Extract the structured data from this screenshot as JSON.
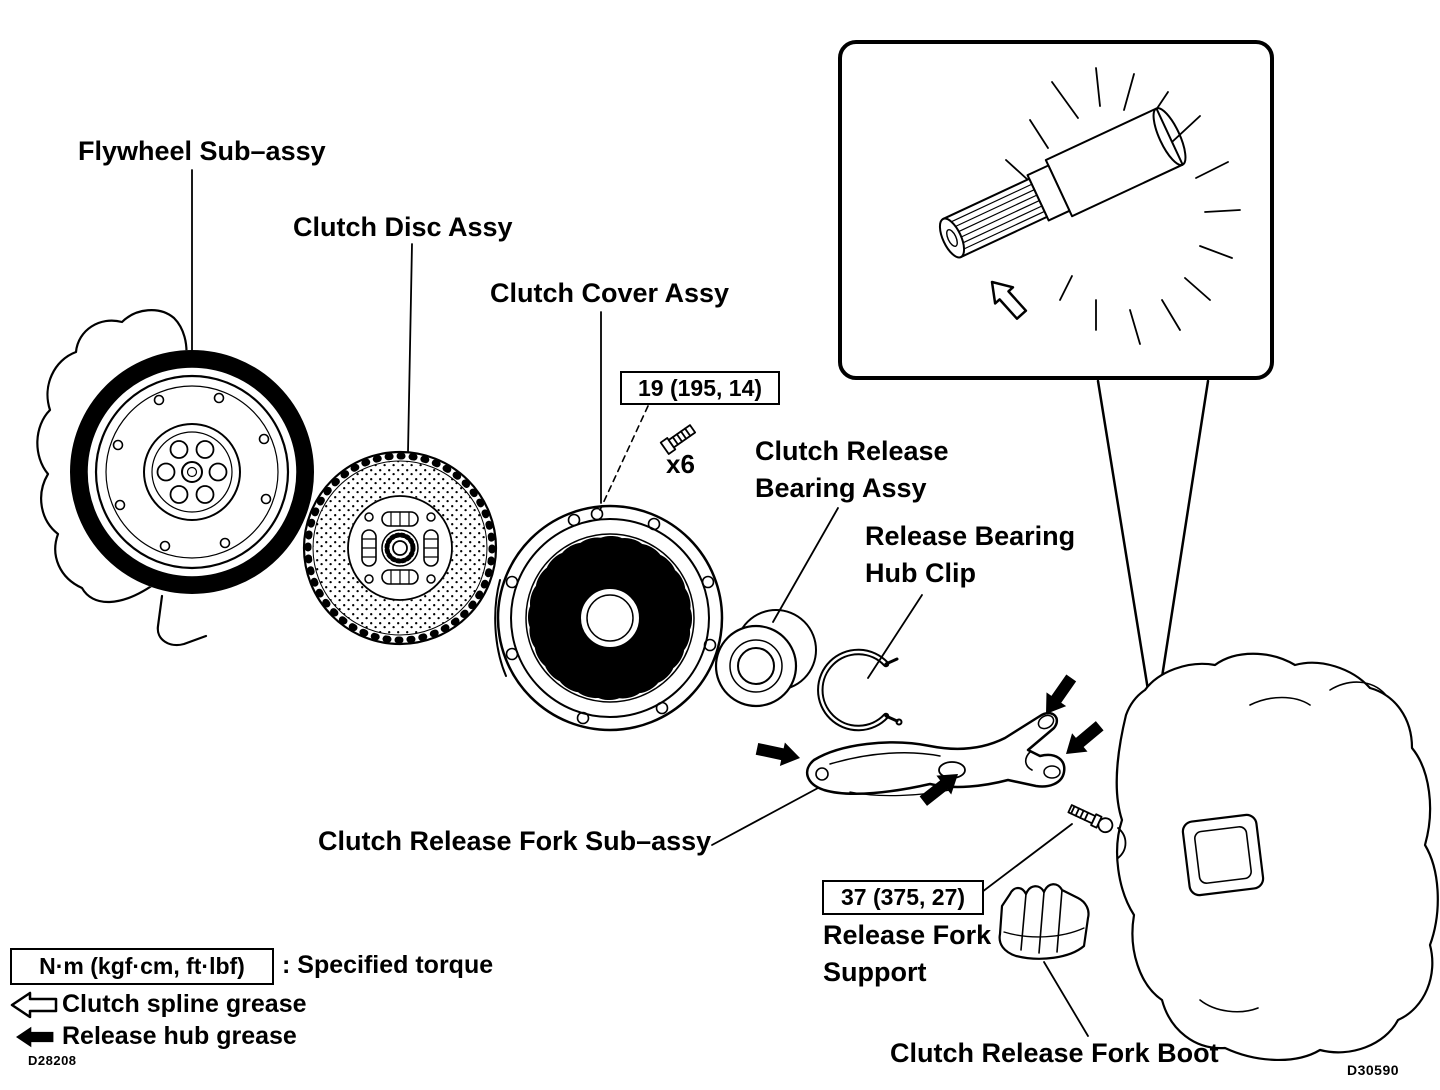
{
  "diagram": {
    "labels": {
      "flywheel": "Flywheel Sub–assy",
      "clutch_disc": "Clutch Disc Assy",
      "clutch_cover": "Clutch Cover Assy",
      "release_bearing_line1": "Clutch Release",
      "release_bearing_line2": "Bearing Assy",
      "hub_clip_line1": "Release Bearing",
      "hub_clip_line2": "Hub Clip",
      "release_fork": "Clutch Release Fork Sub–assy",
      "fork_support_line1": "Release Fork",
      "fork_support_line2": "Support",
      "fork_boot": "Clutch Release Fork Boot"
    },
    "torque": {
      "cover_bolt_spec": "19 (195, 14)",
      "cover_bolt_count": "x6",
      "support_spec": "37 (375, 27)"
    },
    "legend": {
      "unit_box": "N·m (kgf·cm, ft·lbf)",
      "unit_desc": ": Specified torque",
      "spline_grease": "Clutch spline grease",
      "hub_grease": "Release hub grease"
    },
    "codes": {
      "bottom_left": "D28208",
      "bottom_right": "D30590"
    }
  }
}
